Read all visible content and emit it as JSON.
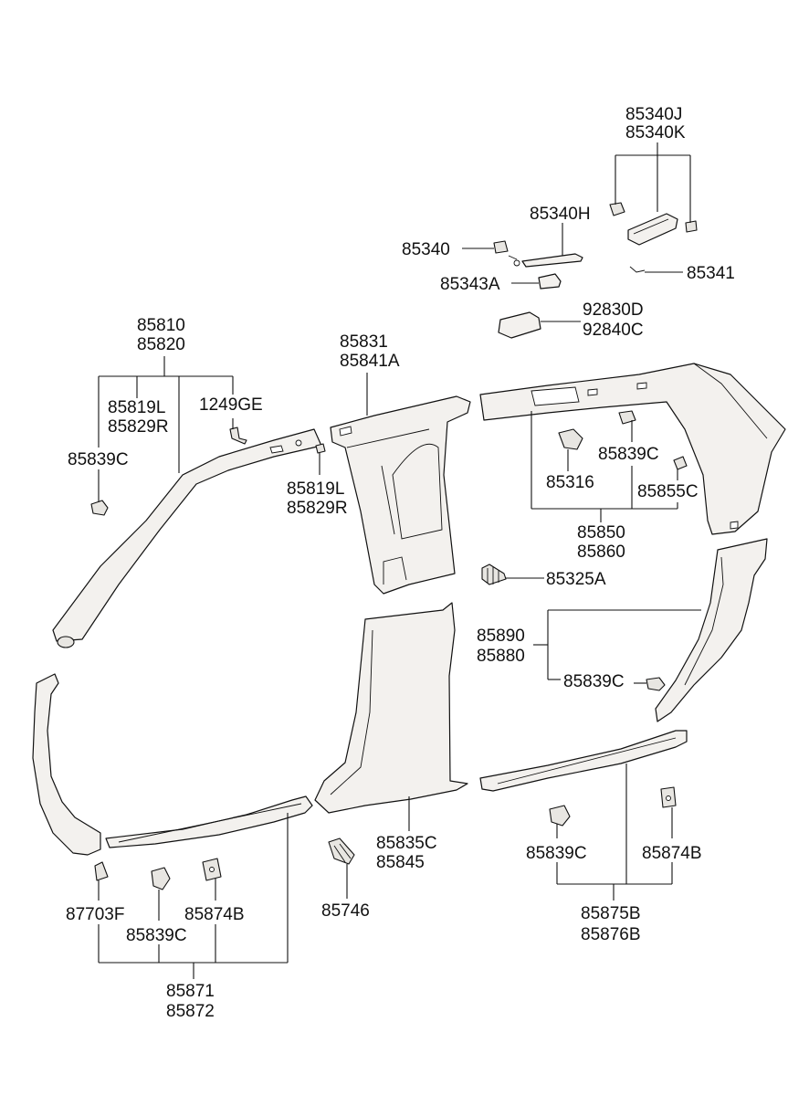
{
  "diagram": {
    "labels": [
      {
        "id": "l-85340j",
        "text": "85340J"
      },
      {
        "id": "l-85340k",
        "text": "85340K"
      },
      {
        "id": "l-85340h",
        "text": "85340H"
      },
      {
        "id": "l-85340",
        "text": "85340"
      },
      {
        "id": "l-85341",
        "text": "85341"
      },
      {
        "id": "l-85343a",
        "text": "85343A"
      },
      {
        "id": "l-92830d",
        "text": "92830D"
      },
      {
        "id": "l-92840c",
        "text": "92840C"
      },
      {
        "id": "l-85810",
        "text": "85810"
      },
      {
        "id": "l-85820",
        "text": "85820"
      },
      {
        "id": "l-85831",
        "text": "85831"
      },
      {
        "id": "l-85841a",
        "text": "85841A"
      },
      {
        "id": "l-85819l-a",
        "text": "85819L"
      },
      {
        "id": "l-85829r-a",
        "text": "85829R"
      },
      {
        "id": "l-1249ge",
        "text": "1249GE"
      },
      {
        "id": "l-85839c-a",
        "text": "85839C"
      },
      {
        "id": "l-85819l-b",
        "text": "85819L"
      },
      {
        "id": "l-85829r-b",
        "text": "85829R"
      },
      {
        "id": "l-85316",
        "text": "85316"
      },
      {
        "id": "l-85839c-b",
        "text": "85839C"
      },
      {
        "id": "l-85855c",
        "text": "85855C"
      },
      {
        "id": "l-85850",
        "text": "85850"
      },
      {
        "id": "l-85860",
        "text": "85860"
      },
      {
        "id": "l-85325a",
        "text": "85325A"
      },
      {
        "id": "l-85890",
        "text": "85890"
      },
      {
        "id": "l-85880",
        "text": "85880"
      },
      {
        "id": "l-85839c-c",
        "text": "85839C"
      },
      {
        "id": "l-85835c",
        "text": "85835C"
      },
      {
        "id": "l-85845",
        "text": "85845"
      },
      {
        "id": "l-85746",
        "text": "85746"
      },
      {
        "id": "l-85839c-d",
        "text": "85839C"
      },
      {
        "id": "l-85874b-a",
        "text": "85874B"
      },
      {
        "id": "l-85875b",
        "text": "85875B"
      },
      {
        "id": "l-85876b",
        "text": "85876B"
      },
      {
        "id": "l-87703f",
        "text": "87703F"
      },
      {
        "id": "l-85839c-e",
        "text": "85839C"
      },
      {
        "id": "l-85874b-b",
        "text": "85874B"
      },
      {
        "id": "l-85871",
        "text": "85871"
      },
      {
        "id": "l-85872",
        "text": "85872"
      }
    ]
  }
}
